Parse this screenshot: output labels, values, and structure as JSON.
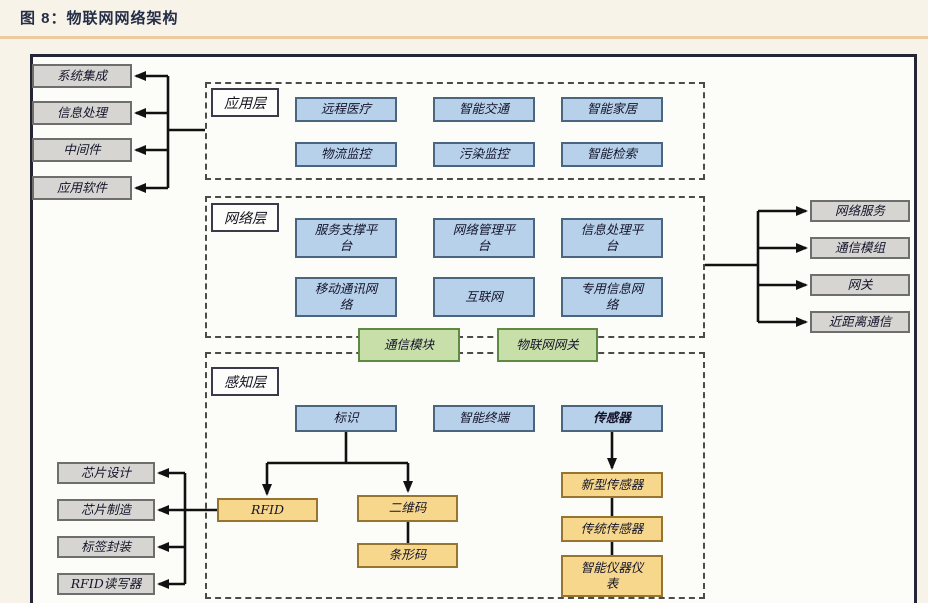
{
  "header": {
    "title": "图 8：物联网网络架构"
  },
  "colors": {
    "page_background": "#f8f3e8",
    "title_color": "#252e47",
    "accent_line": "#eecb9e",
    "outer_border": "#252538",
    "blue_fill": "#b7d1ea",
    "green_fill": "#c9dfa9",
    "yellow_fill": "#f6d78c",
    "gray_fill": "#d6d5d2",
    "connector_color": "#111111"
  },
  "nodes": {
    "left_top": [
      "系统集成",
      "信息处理",
      "中间件",
      "应用软件"
    ],
    "app_layer": {
      "label": "应用层",
      "boxes": [
        "远程医疗",
        "智能交通",
        "智能家居",
        "物流监控",
        "污染监控",
        "智能检索"
      ]
    },
    "net_layer": {
      "label": "网络层",
      "boxes": [
        "服务支撑平台",
        "网络管理平台",
        "信息处理平台",
        "移动通讯网络",
        "互联网",
        "专用信息网络"
      ]
    },
    "gateway_row": [
      "通信模块",
      "物联网网关"
    ],
    "right_side": [
      "网络服务",
      "通信模组",
      "网关",
      "近距离通信"
    ],
    "sense_layer": {
      "label": "感知层",
      "boxes": [
        "标识",
        "智能终端",
        "传感器"
      ]
    },
    "identification_children": [
      "RFID",
      "二维码",
      "条形码"
    ],
    "sensor_children": [
      "新型传感器",
      "传统传感器",
      "智能仪器仪表"
    ],
    "left_bottom": [
      "芯片设计",
      "芯片制造",
      "标签封装",
      "RFID读写器"
    ]
  }
}
